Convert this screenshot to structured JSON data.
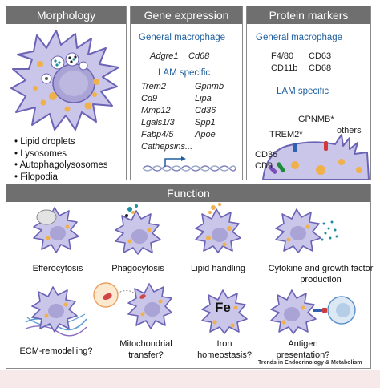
{
  "morphology": {
    "title": "Morphology",
    "bullets": [
      "Lipid droplets",
      "Lysosomes",
      "Autophagolysosomes",
      "Filopodia"
    ]
  },
  "gene_expression": {
    "title": "Gene expression",
    "general_heading": "General macrophage",
    "general_genes": [
      "Adgre1",
      "Cd68"
    ],
    "lam_heading": "LAM specific",
    "lam_genes_left": [
      "Trem2",
      "Cd9",
      "Mmp12",
      "Lgals1/3",
      "Fabp4/5",
      "Cathepsins..."
    ],
    "lam_genes_right": [
      "Gpnmb",
      "Lipa",
      "Cd36",
      "Spp1",
      "Apoe"
    ]
  },
  "protein_markers": {
    "title": "Protein markers",
    "general_heading": "General macrophage",
    "general_left": [
      "F4/80",
      "CD11b"
    ],
    "general_right": [
      "CD63",
      "CD68"
    ],
    "lam_heading": "LAM specific",
    "receptor_labels": {
      "gpnmb": "GPNMB*",
      "trem2": "TREM2*",
      "others": "others",
      "cd36": "CD36",
      "cd9": "CD9"
    }
  },
  "function": {
    "title": "Function",
    "items": [
      {
        "label": "Efferocytosis"
      },
      {
        "label": "Phagocytosis"
      },
      {
        "label": "Lipid handling"
      },
      {
        "label": "Cytokine and growth factor production"
      },
      {
        "label": "ECM-remodelling?"
      },
      {
        "label": "Mitochondrial transfer?"
      },
      {
        "label": "Iron homeostasis?"
      },
      {
        "label": "Antigen presentation?"
      }
    ],
    "iron_symbol": "Fe"
  },
  "source": "Trends in Endocrinology & Metabolism",
  "colors": {
    "header_bg": "#6f6f6f",
    "cell_body": "#c9c6ea",
    "cell_outline": "#6b63b5",
    "nucleus": "#a9a3d6",
    "lipid_droplet": "#f0b04a",
    "accent_blue": "#1f5f9e"
  }
}
